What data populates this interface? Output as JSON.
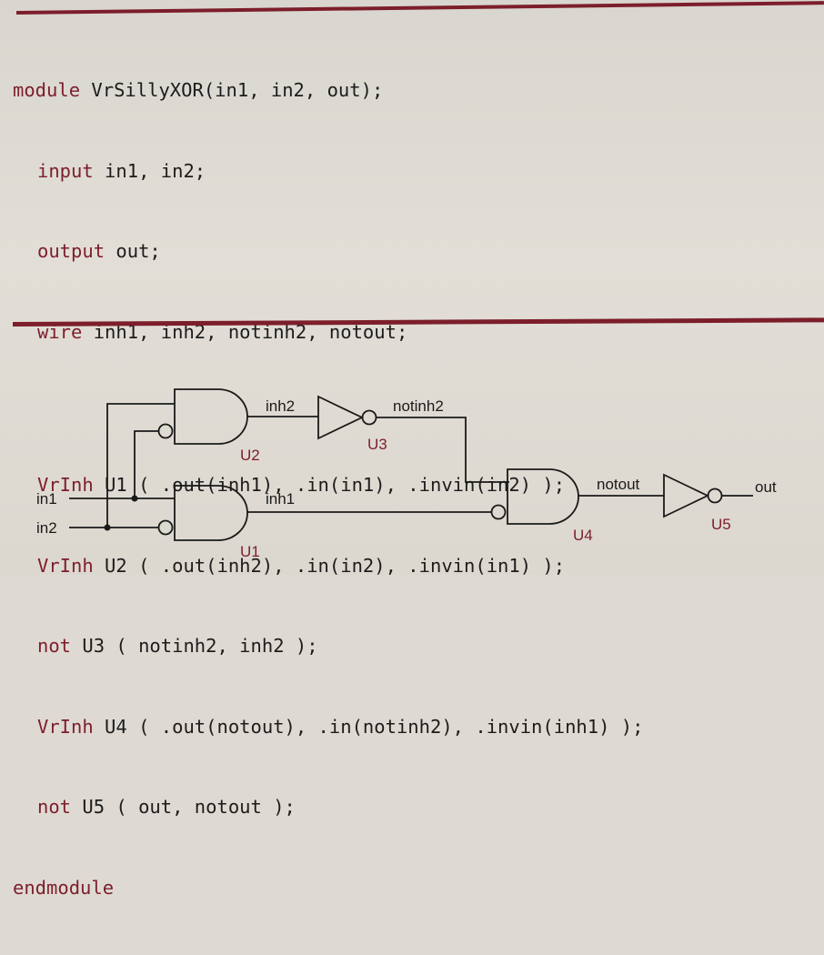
{
  "code": {
    "line_module": {
      "kw": "module",
      "rest": " VrSillyXOR(in1, in2, out);"
    },
    "line_input": {
      "kw": "input",
      "rest": " in1, in2;"
    },
    "line_output": {
      "kw": "output",
      "rest": " out;"
    },
    "line_wire": {
      "kw": "wire",
      "rest": " inh1, inh2, notinh2, notout;"
    },
    "line_u1": {
      "kw": "VrInh",
      "rest": " U1 ( .out(inh1), .in(in1), .invin(in2) );"
    },
    "line_u2": {
      "kw": "VrInh",
      "rest": " U2 ( .out(inh2), .in(in2), .invin(in1) );"
    },
    "line_u3": {
      "kw": "not",
      "rest": " U3 ( notinh2, inh2 );"
    },
    "line_u4": {
      "kw": "VrInh",
      "rest": " U4 ( .out(notout), .in(notinh2), .invin(inh1) );"
    },
    "line_u5": {
      "kw": "not",
      "rest": " U5 ( out, notout );"
    },
    "line_end": {
      "kw": "endmodule"
    }
  },
  "diagram": {
    "inputs": {
      "in1": "in1",
      "in2": "in2"
    },
    "output": "out",
    "signals": {
      "inh2": "inh2",
      "notinh2": "notinh2",
      "inh1": "inh1",
      "notout": "notout"
    },
    "gates": {
      "U1": "U1",
      "U2": "U2",
      "U3": "U3",
      "U4": "U4",
      "U5": "U5"
    }
  },
  "colors": {
    "accent": "#7c1e2b",
    "text": "#1c1c1c",
    "background": "#dedad3"
  }
}
